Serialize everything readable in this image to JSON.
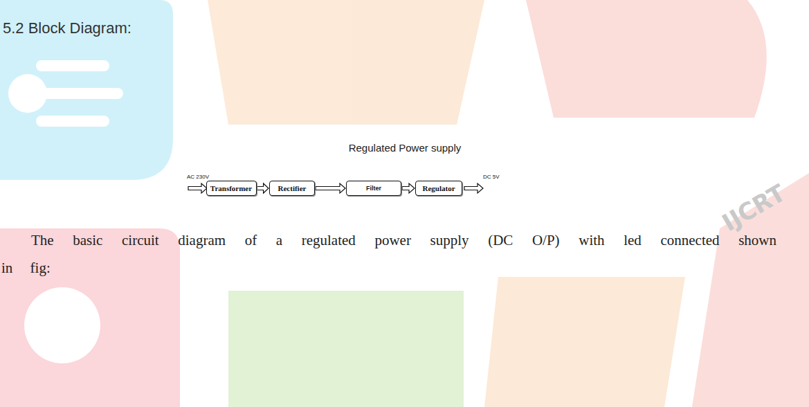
{
  "diagram": {
    "title": "Regulated Power supply",
    "nodes": [
      {
        "text": [
          "Transformer"
        ]
      },
      {
        "text": [
          "Rectifier"
        ]
      },
      {
        "text": [
          "Filter"
        ]
      },
      {
        "text": [
          "Regulator"
        ]
      }
    ],
    "edges": [
      {
        "from": 0,
        "to": 1,
        "arrow": "to"
      },
      {
        "from": 1,
        "to": 2,
        "arrow": "to"
      },
      {
        "from": 2,
        "to": 3,
        "arrow": "to"
      }
    ],
    "labels": [
      "5.2 Block Diagram:",
      "AC 230V",
      "DC 5V",
      "The basic circuit diagram of a regulated power supply (DC O/P) with led connected shown in fig:",
      "IJCRT"
    ]
  }
}
